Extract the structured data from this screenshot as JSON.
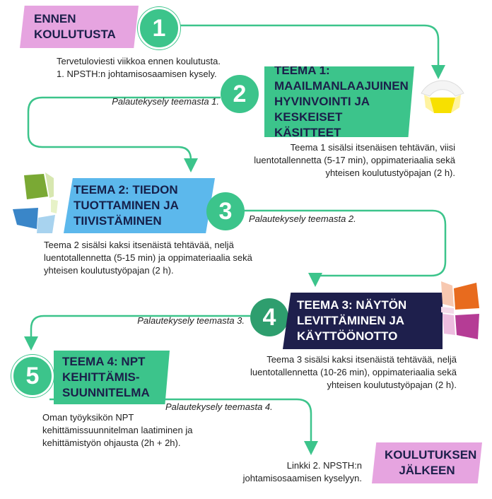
{
  "start": {
    "title": "ENNEN KOULUTUSTA",
    "text_line1": "Tervetuloviesti viikkoa ennen koulutusta.",
    "text_line2": "1. NPSTH:n johtamisosaamisen kysely."
  },
  "steps": [
    {
      "number": "1"
    },
    {
      "number": "2",
      "feedback": "Palautekysely teemasta 1."
    },
    {
      "number": "3",
      "feedback": "Palautekysely teemasta 2."
    },
    {
      "number": "4",
      "feedback": "Palautekysely teemasta 3."
    },
    {
      "number": "5",
      "feedback": "Palautekysely teemasta 4."
    }
  ],
  "themes": [
    {
      "title": "TEEMA 1: MAAILMANLAAJUINEN HYVINVOINTI JA KESKEISET KÄSITTEET",
      "desc": "Teema 1 sisälsi itsenäisen tehtävän, viisi luentotallennetta (5-17 min), oppimateriaalia sekä yhteisen koulutustyöpajan (2 h)."
    },
    {
      "title": "TEEMA 2: TIEDON TUOTTAMINEN JA TIIVISTÄMINEN",
      "desc": "Teema 2 sisälsi kaksi itsenäistä tehtävää, neljä luentotallennetta (5-15 min) ja oppimateriaalia sekä yhteisen koulutustyöpajan (2 h)."
    },
    {
      "title": "TEEMA 3: NÄYTÖN LEVITTÄMINEN JA KÄYTTÖÖNOTTO",
      "desc": "Teema 3 sisälsi kaksi itsenäistä tehtävää, neljä luentotallennetta (10-26 min), oppimateriaalia sekä yhteisen koulutustyöpajan (2 h)."
    },
    {
      "title": "TEEMA 4: NPT KEHITTÄMIS-SUUNNITELMA",
      "desc": "Oman työyksikön NPT kehittämissuunnitelman laatiminen ja kehittämistyön ohjausta (2h + 2h)."
    }
  ],
  "end": {
    "title": "KOULUTUKSEN JÄLKEEN",
    "text": "Linkki 2. NPSTH:n johtamisosaamisen kyselyyn."
  },
  "colors": {
    "green": "#3cc48b",
    "blue": "#5cb8ec",
    "navy": "#1e1f4c",
    "pink": "#e6a4e0",
    "circle_dark": "#2e9e6e",
    "arrow": "#3cc48b"
  },
  "icons": [
    "theme1-wheel-icon",
    "theme2-wheel-icon",
    "theme3-wheel-icon"
  ]
}
